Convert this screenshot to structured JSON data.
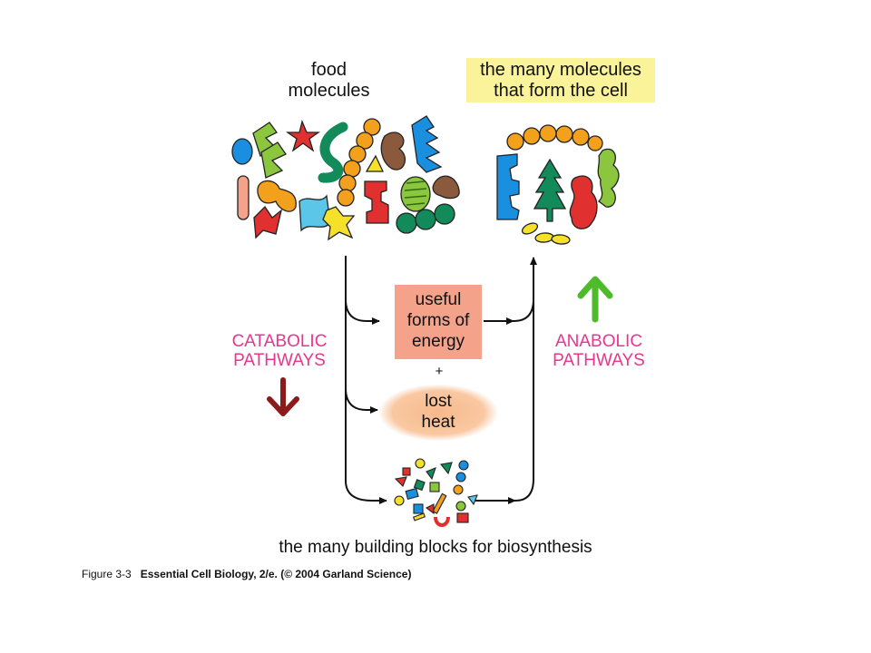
{
  "labels": {
    "food_line1": "food",
    "food_line2": "molecules",
    "cell_line1": "the many molecules",
    "cell_line2": "that form the cell",
    "energy_line1": "useful",
    "energy_line2": "forms of",
    "energy_line3": "energy",
    "plus": "+",
    "heat_line1": "lost",
    "heat_line2": "heat",
    "catabolic_line1": "CATABOLIC",
    "catabolic_line2": "PATHWAYS",
    "anabolic_line1": "ANABOLIC",
    "anabolic_line2": "PATHWAYS",
    "building_blocks": "the many building blocks for biosynthesis"
  },
  "caption": {
    "figure": "Figure 3-3",
    "source": "Essential Cell Biology, 2/e. (© 2004 Garland Science)"
  },
  "colors": {
    "cell_label_bg": "#fbf39a",
    "energy_box": "#f5a28b",
    "heat_glow": "#f7b98c",
    "pathway_text": "#e8358f",
    "catabolic_arrow": "#8b1a1a",
    "anabolic_arrow": "#4dbb2a",
    "flow_arrows": "#111111"
  },
  "icons": {
    "catabolic_arrow": "down-arrow-icon",
    "anabolic_arrow": "up-arrow-icon"
  }
}
